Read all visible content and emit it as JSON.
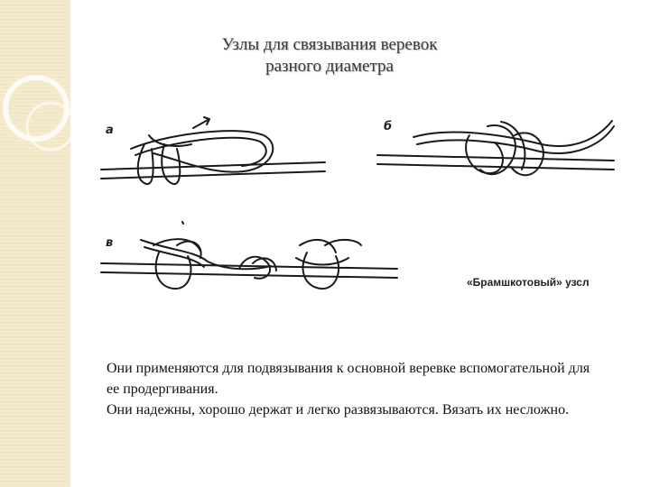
{
  "slide": {
    "title_line1": "Узлы для связывания веревок",
    "title_line2": "разного диаметра",
    "figure_labels": {
      "a": "а",
      "b": "б",
      "v": "в"
    },
    "figure_caption": "«Брамшкотовый» узсл",
    "paragraph1": "Они применяются для подвязывания к основной веревке вспомогательной для ее продергивания.",
    "paragraph2": "Они надежны, хорошо держат и легко развязываются. Вязать их несложно."
  },
  "colors": {
    "sidebar": "#f2e8c9",
    "rope": "#1a1a1a",
    "title_text": "#3a3a3a"
  }
}
